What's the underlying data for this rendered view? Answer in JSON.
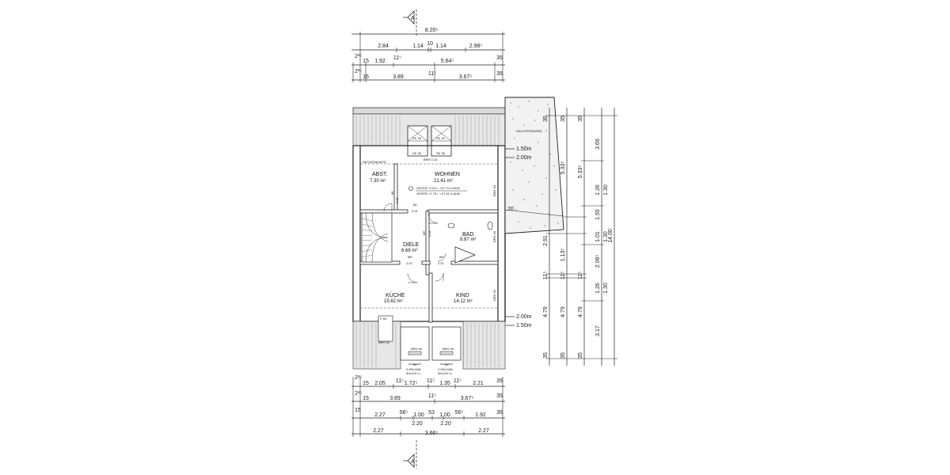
{
  "section_marker": "A",
  "dims_top": {
    "overall": "8.20⁵",
    "row1": [
      "2.84",
      "1.14",
      "10",
      "1.14",
      "2.98⁵"
    ],
    "row2": [
      "2²⁵",
      "15",
      "1.92",
      "11⁵",
      "5.64⁵",
      "35"
    ],
    "row3": [
      "2²⁵",
      "15",
      "3.89",
      "11⁵",
      "3.67⁵",
      "35"
    ]
  },
  "dims_bottom": {
    "row1": [
      "2²⁵",
      "15",
      "2.05",
      "11⁵",
      "1.72⁵",
      "11⁵",
      "1.35",
      "11⁵",
      "2.21",
      "35"
    ],
    "row2": [
      "2²⁵",
      "15",
      "3.89",
      "11⁵",
      "3.67⁵",
      "35"
    ],
    "row3": [
      "15",
      "2.27",
      "56⁵",
      "1.00",
      "53",
      "1.00",
      "56⁵",
      "1.92",
      "35"
    ],
    "row3b": [
      "2.20",
      "2.20"
    ],
    "row4": [
      "2.27",
      "3.66⁵",
      "2.27"
    ]
  },
  "dims_right_col1": [
    "35",
    "2.91",
    "11⁵",
    "4.79",
    "35"
  ],
  "dims_right_col2": [
    "35",
    "5.33⁵",
    "1.13⁵",
    "11⁵",
    "4.79",
    "35"
  ],
  "dims_right_col3": [
    "35",
    "3.69",
    "1.26",
    "1.55",
    "1.01",
    "2.06⁵",
    "1.26",
    "11⁵",
    "4.79",
    "35"
  ],
  "dims_right_col4": [
    "5.33⁵",
    "1.30",
    "1.30",
    "1.30",
    "3.17"
  ],
  "dims_right_overall": "14.00",
  "heights": {
    "h150_top": "1.50m",
    "h200_top": "2.00m",
    "h200_bottom": "2.00m",
    "h150_bottom": "1.50m"
  },
  "balcony_label": "DACHTERRASSE",
  "balcony_dim": "20",
  "rooms": [
    {
      "name": "ABST.",
      "area": "7.30 m²"
    },
    {
      "name": "WOHNEN",
      "area": "21.41 m²"
    },
    {
      "name": "DIELE",
      "area": "6.68 m²"
    },
    {
      "name": "BAD",
      "area": "8.87 m²"
    },
    {
      "name": "KÜCHE",
      "area": "15.62 m²"
    },
    {
      "name": "KIND",
      "area": "14.12 m²"
    }
  ],
  "okff": [
    "OKFFB +2.93 = +47.79 ü.NHN",
    "OKRFB +2.75 = +47.61 ü.NHN"
  ],
  "door_marks": [
    "88",
    "2.01",
    "88⁵",
    "2.01",
    "88⁵",
    "2.01",
    "88⁵",
    "2.01",
    "88",
    "2.01"
  ],
  "labels_small": {
    "deckenkante": "DECKENKANTE",
    "brh_015": "BRH 0.15",
    "sk_top": [
      "SK 34",
      "SK 34"
    ],
    "sk_bot": [
      "SK 06",
      "SK 06"
    ],
    "brh90_a": "BRH 90",
    "brh90_b": "BRH 90",
    "window_bottom": [
      "2-RW MIN",
      "90x120 i.L.",
      "2-RW MIN",
      "90x120 i.L."
    ],
    "brh_bottom": [
      "BRH 90",
      "BRH 90"
    ],
    "w_90": [
      "90",
      "90"
    ],
    "fw": "F 90"
  }
}
